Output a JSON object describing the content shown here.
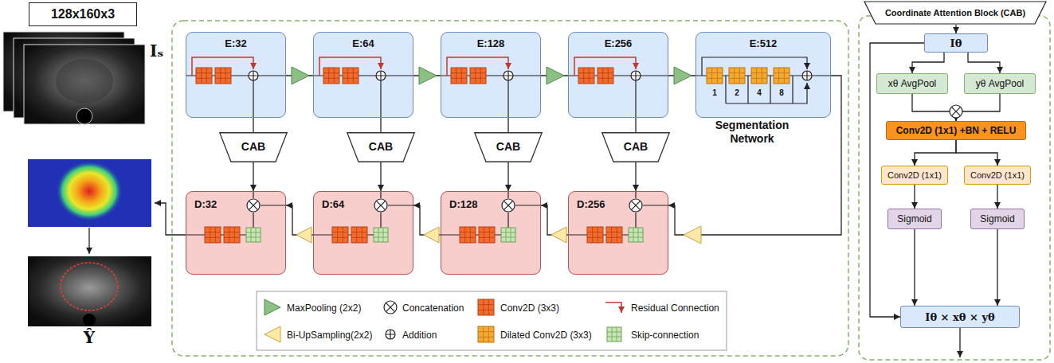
{
  "diagram": {
    "nodes": [
      {
        "text": [
          "128x160x3"
        ]
      },
      {
        "text": [
          "Segmentation Network"
        ]
      },
      {
        "text": [
          "E:32"
        ],
        "in": 1
      },
      {
        "text": [
          "E:64"
        ],
        "in": 1
      },
      {
        "text": [
          "E:128"
        ],
        "in": 1
      },
      {
        "text": [
          "E:256"
        ],
        "in": 1
      },
      {
        "text": [
          "E:512"
        ],
        "in": 1
      },
      {
        "text": [
          "CAB"
        ],
        "in": 1
      },
      {
        "text": [
          "CAB"
        ],
        "in": 1
      },
      {
        "text": [
          "CAB"
        ],
        "in": 1
      },
      {
        "text": [
          "CAB"
        ],
        "in": 1
      },
      {
        "text": [
          "D:32"
        ],
        "in": 1
      },
      {
        "text": [
          "D:64"
        ],
        "in": 1
      },
      {
        "text": [
          "D:128"
        ],
        "in": 1
      },
      {
        "text": [
          "D:256"
        ],
        "in": 1
      },
      {
        "text": [
          "Coordinate Attention Block (CAB)"
        ]
      },
      {
        "text": [
          "Iθ"
        ]
      },
      {
        "text": [
          "xθ AvgPool"
        ]
      },
      {
        "text": [
          "yθ AvgPool"
        ]
      },
      {
        "text": [
          "Conv2D (1x1) +BN + RELU"
        ]
      },
      {
        "text": [
          "Conv2D (1x1)"
        ]
      },
      {
        "text": [
          "Conv2D (1x1)"
        ]
      },
      {
        "text": [
          "Sigmoid"
        ]
      },
      {
        "text": [
          "Sigmoid"
        ]
      },
      {
        "text": [
          "Iθ × xθ × yθ"
        ]
      }
    ],
    "edges": [
      {
        "from": 2,
        "to": 3,
        "arrow": "none"
      },
      {
        "from": 3,
        "to": 4,
        "arrow": "none"
      },
      {
        "from": 4,
        "to": 5,
        "arrow": "none"
      },
      {
        "from": 5,
        "to": 6,
        "arrow": "none"
      },
      {
        "from": 2,
        "to": 7,
        "arrow": "none"
      },
      {
        "from": 3,
        "to": 8,
        "arrow": "none"
      },
      {
        "from": 4,
        "to": 9,
        "arrow": "none"
      },
      {
        "from": 5,
        "to": 10,
        "arrow": "none"
      },
      {
        "from": 7,
        "to": 11,
        "arrow": "to"
      },
      {
        "from": 8,
        "to": 12,
        "arrow": "to"
      },
      {
        "from": 9,
        "to": 13,
        "arrow": "to"
      },
      {
        "from": 10,
        "to": 14,
        "arrow": "to"
      },
      {
        "from": 6,
        "to": 14,
        "arrow": "to"
      },
      {
        "from": 14,
        "to": 13,
        "arrow": "to"
      },
      {
        "from": 13,
        "to": 12,
        "arrow": "to"
      },
      {
        "from": 12,
        "to": 11,
        "arrow": "to"
      },
      {
        "from": 15,
        "to": 16,
        "arrow": "to"
      },
      {
        "from": 16,
        "to": 17,
        "arrow": "to"
      },
      {
        "from": 16,
        "to": 18,
        "arrow": "to"
      },
      {
        "from": 17,
        "to": 19,
        "arrow": "to"
      },
      {
        "from": 18,
        "to": 19,
        "arrow": "to"
      },
      {
        "from": 19,
        "to": 20,
        "arrow": "to"
      },
      {
        "from": 19,
        "to": 21,
        "arrow": "to"
      },
      {
        "from": 20,
        "to": 22,
        "arrow": "to"
      },
      {
        "from": 21,
        "to": 23,
        "arrow": "to"
      },
      {
        "from": 22,
        "to": 24,
        "arrow": "to"
      },
      {
        "from": 23,
        "to": 24,
        "arrow": "to"
      },
      {
        "from": 16,
        "to": 24,
        "arrow": "to"
      }
    ],
    "labels": [
      "Iₛ",
      "1",
      "2",
      "4",
      "8",
      "Ŷ"
    ],
    "legend": [
      {
        "text": "MaxPooling (2x2)"
      },
      {
        "text": "Bi-UpSampling(2x2)"
      },
      {
        "text": "Concatenation"
      },
      {
        "text": "Addition"
      },
      {
        "text": "Conv2D (3x3)"
      },
      {
        "text": "Dilated Conv2D (3x3)"
      },
      {
        "text": "Residual Connection"
      },
      {
        "text": "Skip-connection"
      }
    ]
  }
}
